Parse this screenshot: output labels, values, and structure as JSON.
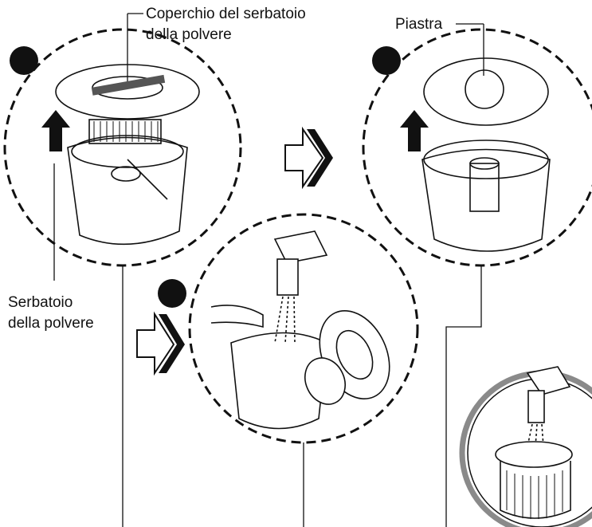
{
  "labels": {
    "dust_tank_cover_line1": "Coperchio del serbatoio",
    "dust_tank_cover_line2": "della polvere",
    "plate": "Piastra",
    "dust_tank_line1": "Serbatoio",
    "dust_tank_line2": "della polvere"
  },
  "steps": [
    {
      "icon": "step-bullet-icon",
      "description": "remove dust tank cover"
    },
    {
      "icon": "step-bullet-icon",
      "description": "rinse under tap"
    },
    {
      "icon": "step-bullet-icon",
      "description": "remove plate"
    }
  ],
  "colors": {
    "ink": "#111111",
    "paper": "#ffffff",
    "inset_ring": "#8a8a8a"
  }
}
